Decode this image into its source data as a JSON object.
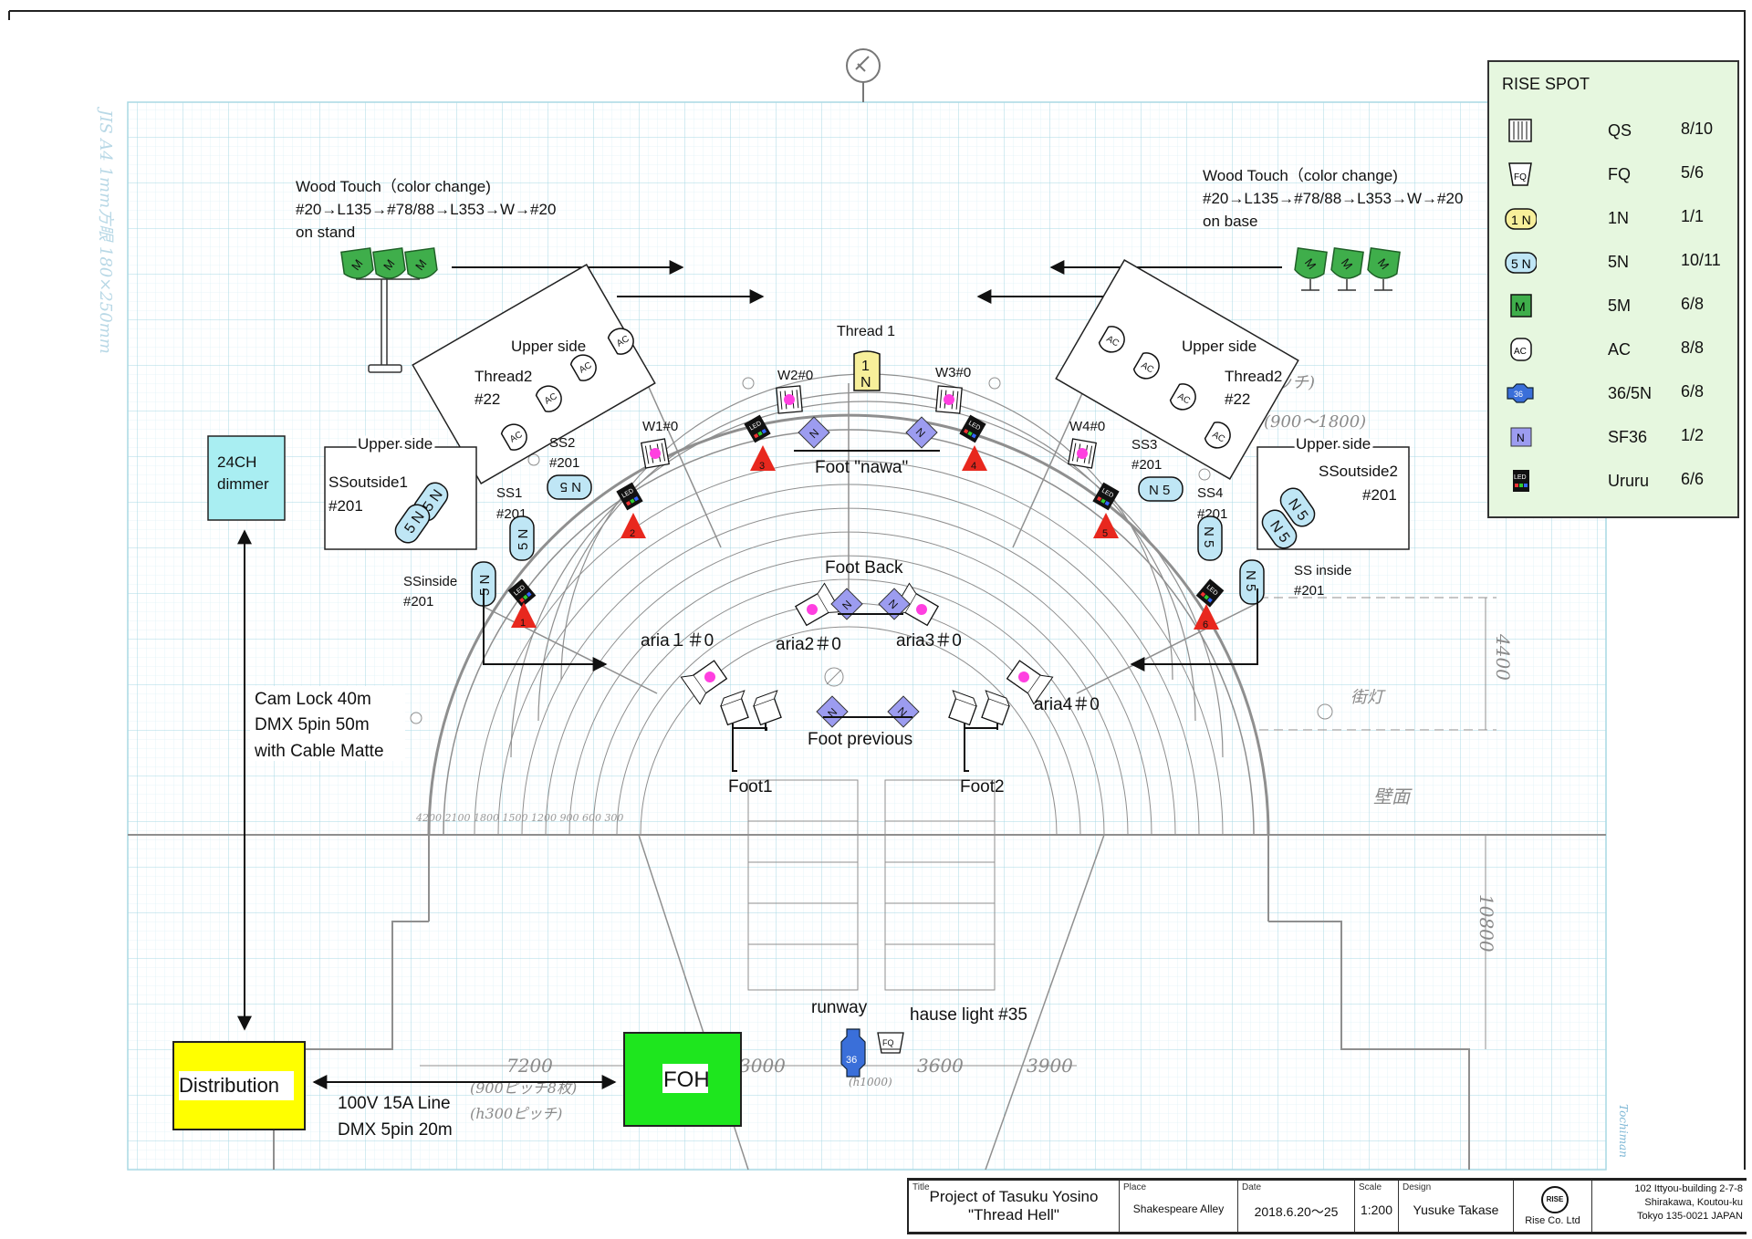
{
  "colors": {
    "grid": "#bfe3ec",
    "dimmer_fill": "#a9eef2",
    "distribution_fill": "#ffff00",
    "foh_fill": "#1ee61e",
    "legend_fill": "#e6f7df",
    "green_light": "#3fae4b",
    "n5_fill": "#bfe6f5",
    "n1_fill": "#f7ef9a",
    "sf36_fill": "#9c9cf0",
    "red_triangle": "#e8281e"
  },
  "legend": {
    "title": "RISE SPOT",
    "items": [
      {
        "icon": "qs-icon",
        "name": "QS",
        "count": "8/10"
      },
      {
        "icon": "fq-icon",
        "name": "FQ",
        "count": "5/6"
      },
      {
        "icon": "1n-icon",
        "name": "1N",
        "count": "1/1"
      },
      {
        "icon": "5n-icon",
        "name": "5N",
        "count": "10/11"
      },
      {
        "icon": "5m-icon",
        "name": "5M",
        "count": "6/8"
      },
      {
        "icon": "ac-icon",
        "name": "AC",
        "count": "8/8"
      },
      {
        "icon": "36-5n-icon",
        "name": "36/5N",
        "count": "6/8"
      },
      {
        "icon": "sf36-icon",
        "name": "SF36",
        "count": "1/2"
      },
      {
        "icon": "ururu-icon",
        "name": "Ururu",
        "count": "6/6"
      }
    ]
  },
  "labels": {
    "wood_left": [
      "Wood Touch（color change)",
      "#20→L135→#78/88→L353→W→#20",
      "on stand"
    ],
    "wood_right": [
      "Wood Touch（color change)",
      "#20→L135→#78/88→L353→W→#20",
      "on base"
    ],
    "upper_side_left": "Upper side",
    "thread2_left": [
      "Thread2",
      "#22"
    ],
    "upper_side_right": "Upper side",
    "thread2_right": [
      "Thread2",
      "#22"
    ],
    "thread1": "Thread 1",
    "w1": "W1#0",
    "w2": "W2#0",
    "w3": "W3#0",
    "w4": "W4#0",
    "foot_nawa": "Foot \"nawa\"",
    "ss_outside1_head": "Upper side",
    "ss_outside1": [
      "SSoutside1",
      "#201"
    ],
    "ss_outside2_head": "Upper side",
    "ss_outside2": [
      "SSoutside2",
      "#201"
    ],
    "ss1": [
      "SS1",
      "#201"
    ],
    "ss2": [
      "SS2",
      "#201"
    ],
    "ss3": [
      "SS3",
      "#201"
    ],
    "ss4": [
      "SS4",
      "#201"
    ],
    "ssinside_left": [
      "SSinside",
      "#201"
    ],
    "ssinside_right": [
      "SS inside",
      "#201"
    ],
    "foot_back": "Foot Back",
    "aria1": "aria１＃0",
    "aria2": "aria2＃0",
    "aria3": "aria3＃0",
    "aria4": "aria4＃0",
    "foot_previous": "Foot previous",
    "foot1": "Foot1",
    "foot2": "Foot2",
    "dimmer": [
      "24CH",
      "dimmer"
    ],
    "cable_note": [
      "Cam Lock 40m",
      "DMX 5pin 50m",
      "with Cable Matte"
    ],
    "distribution": "Distribution",
    "foh": "FOH",
    "line_note": [
      "100V 15A Line",
      "DMX 5pin 20m"
    ],
    "runway": "runway",
    "house_light": "hause light #35",
    "red_numbers": [
      "1",
      "2",
      "3",
      "4",
      "5",
      "6"
    ]
  },
  "handwritten": {
    "dim_4400": "4400",
    "dim_10800": "10800",
    "dim_7200": "7200",
    "dim_3600": "3600",
    "dim_3900": "3900",
    "dim_3000": "3000",
    "wall_note": "壁面",
    "pole_note": "街灯",
    "pitch_note1": "(900ピッチ8枚)",
    "pitch_note2": "(h300ピッチ)",
    "pitch_note3": "ピッチ)",
    "range_note": "(900～1800)",
    "height_note": "(h1000)",
    "margin_note": "JIS A4 1mm方眼 180×250mm",
    "scale_marks": "4200 2100 1800 1500 1200 900 600 300",
    "brand": "Tochiman"
  },
  "title_block": {
    "title_label": "Title",
    "title": [
      "Project of Tasuku Yosino",
      "\"Thread Hell\""
    ],
    "place_label": "Place",
    "place": "Shakespeare Alley",
    "date_label": "Date",
    "date": "2018.6.20〜25",
    "scale_label": "Scale",
    "scale": "1:200",
    "design_label": "Design",
    "design": "Yusuke Takase",
    "company_logo": "RISE",
    "company": "Rise Co. Ltd",
    "address": [
      "102 Ittyou-building 2-7-8",
      "Shirakawa, Koutou-ku",
      "Tokyo 135-0021  JAPAN"
    ]
  }
}
